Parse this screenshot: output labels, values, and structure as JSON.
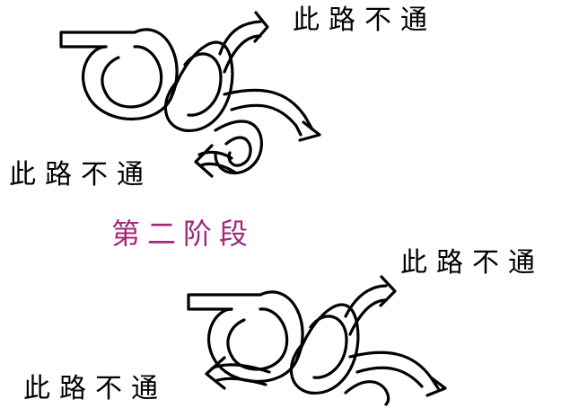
{
  "diagrams": [
    {
      "labels": {
        "dead_end_right": "此路不通",
        "dead_end_left": "此路不通"
      }
    },
    {
      "title": "第二阶段",
      "labels": {
        "dead_end_right": "此路不通",
        "dead_end_left": "此路不通"
      }
    }
  ],
  "colors": {
    "title": "#a0287a",
    "line": "#000000",
    "background": "#ffffff"
  },
  "icons": [
    "rope-knot-diagram",
    "arrow-head-icon"
  ]
}
